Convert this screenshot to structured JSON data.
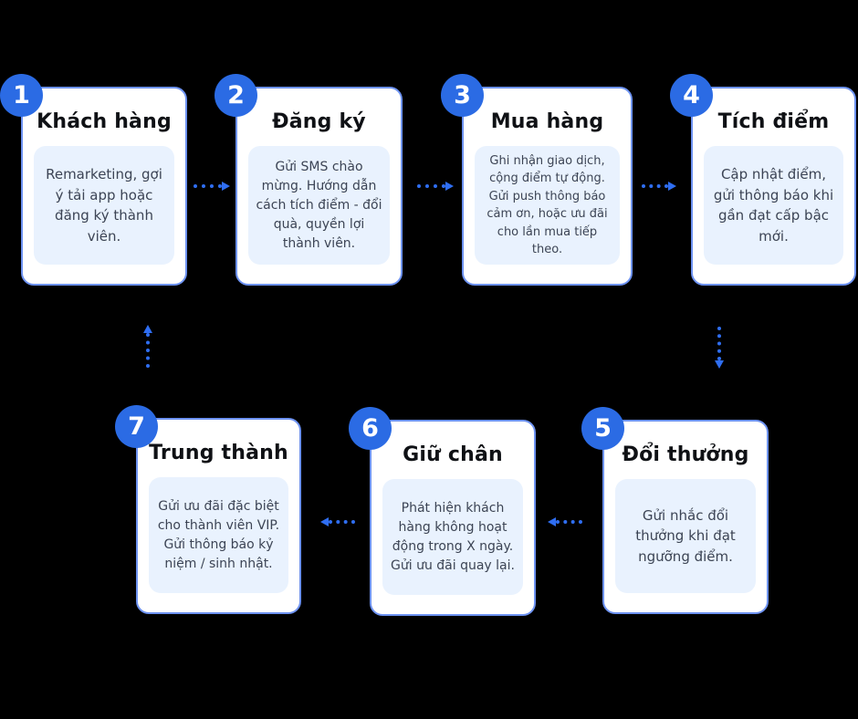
{
  "diagram": {
    "background": "#000000",
    "colors": {
      "card_background": "#ffffff",
      "card_border": "#6d92f1",
      "badge_blue": "#2b6be4",
      "arrow_blue": "#2f6ef2",
      "note_background": "#e9f2fe",
      "title_text": "#0f1115",
      "body_text": "#3c4454"
    },
    "steps": [
      {
        "number": "1",
        "title": "Khách hàng",
        "description": "Remarketing, gợi ý tải app hoặc đăng ký thành viên."
      },
      {
        "number": "2",
        "title": "Đăng ký",
        "description": "Gửi SMS chào mừng. Hướng dẫn cách tích điểm - đổi quà, quyền lợi thành viên."
      },
      {
        "number": "3",
        "title": "Mua hàng",
        "description": "Ghi nhận giao dịch, cộng điểm tự động. Gửi push thông báo cảm ơn, hoặc ưu đãi cho lần mua tiếp theo."
      },
      {
        "number": "4",
        "title": "Tích điểm",
        "description": "Cập nhật điểm, gửi thông báo khi gần đạt cấp bậc mới."
      },
      {
        "number": "5",
        "title": "Đổi thưởng",
        "description": "Gửi nhắc đổi thưởng khi đạt ngưỡng điểm."
      },
      {
        "number": "6",
        "title": "Giữ chân",
        "description": "Phát hiện khách hàng không hoạt động trong X ngày. Gửi ưu đãi quay lại."
      },
      {
        "number": "7",
        "title": "Trung thành",
        "description": "Gửi ưu đãi đặc biệt cho thành viên VIP. Gửi thông báo kỷ niệm / sinh nhật."
      }
    ],
    "flow": [
      "1→2",
      "2→3",
      "3→4",
      "4→5",
      "5→6",
      "6→7",
      "7→1"
    ]
  }
}
